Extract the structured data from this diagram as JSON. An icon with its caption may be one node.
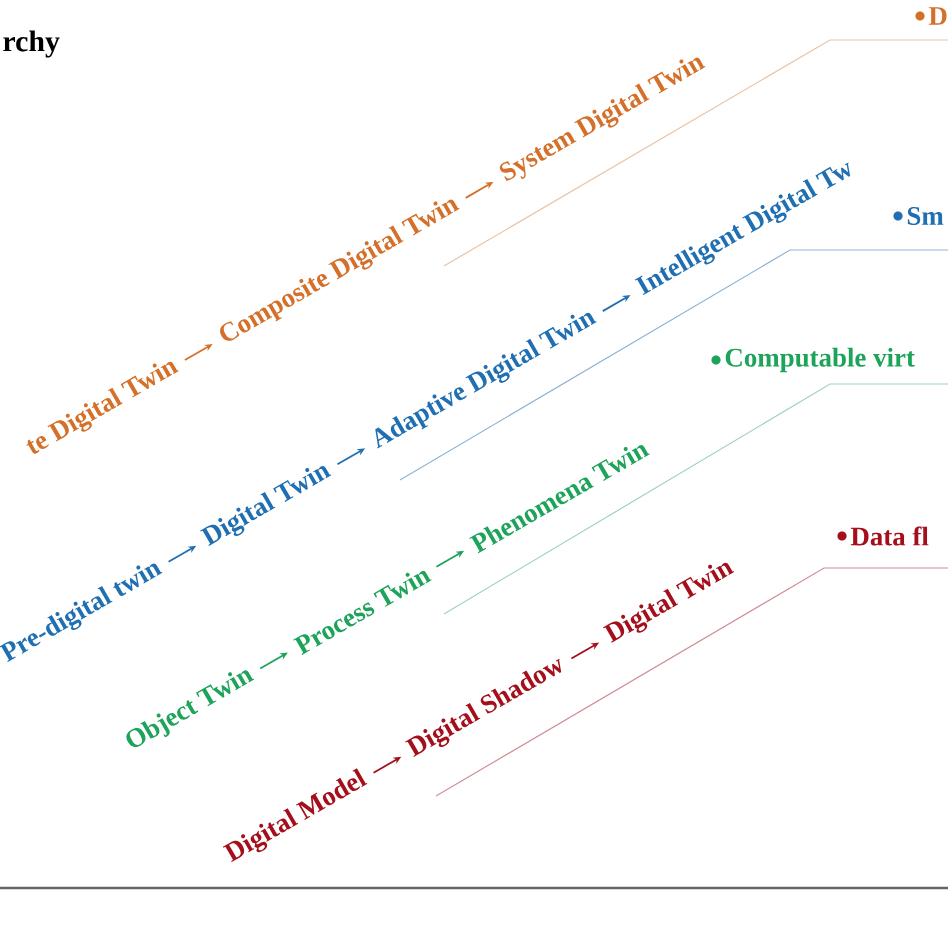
{
  "diagram": {
    "nodes": [
      {
        "text": [
          "te Digital Twin"
        ]
      },
      {
        "text": [
          "Composite Digital Twin"
        ]
      },
      {
        "text": [
          "System  Digital Twin"
        ]
      },
      {
        "text": [
          "Pre-digital twin"
        ]
      },
      {
        "text": [
          "Digital Twin"
        ]
      },
      {
        "text": [
          "Adaptive Digital Twin"
        ]
      },
      {
        "text": [
          "Intelligent Digital Tw"
        ]
      },
      {
        "text": [
          "Object Twin"
        ]
      },
      {
        "text": [
          "Process Twin"
        ]
      },
      {
        "text": [
          "Phenomena Twin"
        ]
      },
      {
        "text": [
          "Digital Model"
        ]
      },
      {
        "text": [
          "Digital Shadow"
        ]
      },
      {
        "text": [
          "Digital Twin"
        ]
      }
    ],
    "edges": [
      {
        "from": 0,
        "to": 1,
        "arrow": "to",
        "color": "#d4702a"
      },
      {
        "from": 1,
        "to": 2,
        "arrow": "to",
        "color": "#d4702a"
      },
      {
        "from": 3,
        "to": 4,
        "arrow": "to",
        "color": "#1f6fb2"
      },
      {
        "from": 4,
        "to": 5,
        "arrow": "to",
        "color": "#1f6fb2"
      },
      {
        "from": 5,
        "to": 6,
        "arrow": "to",
        "color": "#1f6fb2"
      },
      {
        "from": 7,
        "to": 8,
        "arrow": "to",
        "color": "#1ea35a"
      },
      {
        "from": 8,
        "to": 9,
        "arrow": "to",
        "color": "#1ea35a"
      },
      {
        "from": 10,
        "to": 11,
        "arrow": "to",
        "color": "#a50f1c"
      },
      {
        "from": 11,
        "to": 12,
        "arrow": "to",
        "color": "#a50f1c"
      }
    ],
    "labels": [
      "rchy",
      "D",
      "Sm",
      "Computable virt",
      "Data fl"
    ]
  }
}
